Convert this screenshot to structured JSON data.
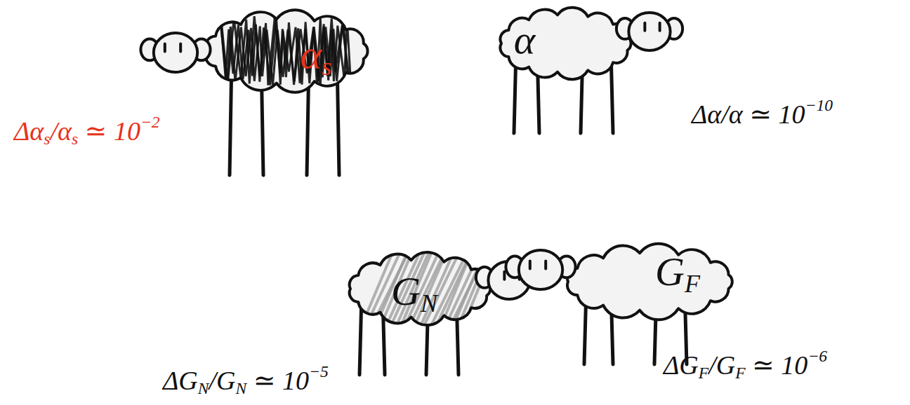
{
  "diagram": {
    "nodes": [
      {
        "text": [
          "αs"
        ]
      },
      {
        "text": [
          "α"
        ]
      },
      {
        "text": [
          "GN"
        ]
      },
      {
        "text": [
          "GF"
        ]
      }
    ],
    "labels": [
      "Δαs/αs ≃ 10−2",
      "Δα/α ≃ 10−10",
      "ΔGN/GN ≃ 10−5",
      "ΔGF/GF ≃ 10−6"
    ]
  }
}
